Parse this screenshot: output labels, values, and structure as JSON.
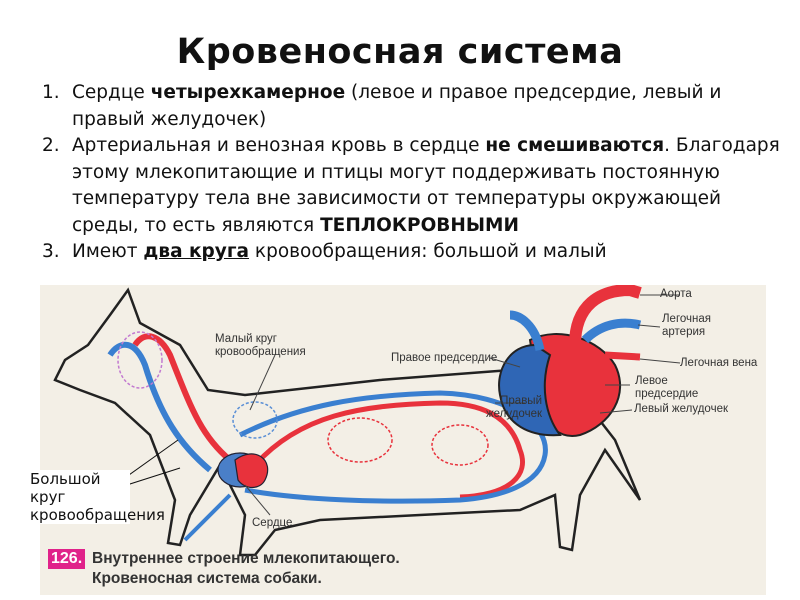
{
  "title": "Кровеносная система",
  "items": [
    {
      "num": "1.",
      "t1": "Сердце ",
      "b1": "четырехкамерное",
      "t2": " (левое и правое предсердие, левый и правый желудочек)"
    },
    {
      "num": "2.",
      "t1": "Артериальная и венозная кровь в сердце ",
      "b1": "не смешиваются",
      "t2": ". Благодаря этому млекопитающие и птицы могут поддерживать постоянную температуру тела вне зависимости от температуры окружающей среды, то есть являются ",
      "b2": "ТЕПЛОКРОВНЫМИ"
    },
    {
      "num": "3.",
      "t1": "Имеют ",
      "b1": "два круга",
      "t2": " кровообращения: большой и малый"
    }
  ],
  "figure": {
    "small_circle": "Малый круг кровообращения",
    "heart": "Сердце",
    "right_atrium": "Правое предсердие",
    "right_ventricle": "Правый желудочек",
    "aorta": "Аорта",
    "pulmonary_artery": "Легочная артерия",
    "pulmonary_vein": "Легочная вена",
    "left_atrium": "Левое предсердие",
    "left_ventricle": "Левый желудочек"
  },
  "side_label": "Большой круг кровообращения",
  "caption": {
    "number": "126.",
    "line1": "Внутреннее строение млекопитающего.",
    "line2": "Кровеносная система собаки."
  },
  "colors": {
    "artery": "#e8323c",
    "vein": "#3a7fd0",
    "caption_badge": "#e0228a"
  }
}
